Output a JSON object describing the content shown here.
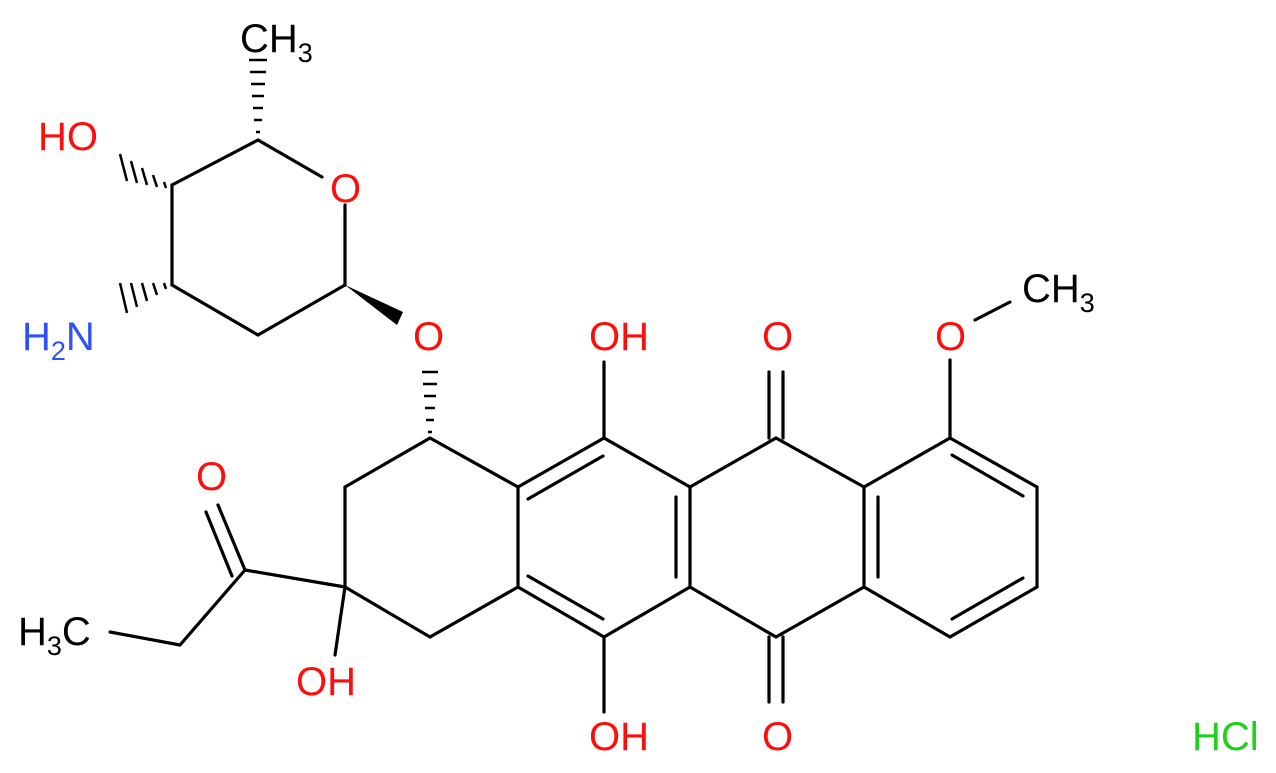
{
  "molecule": {
    "labels": {
      "ch3_top": {
        "main": "CH",
        "sub": "3"
      },
      "ho_sugar": "HO",
      "o_ring": "O",
      "nh2": {
        "main": "H",
        "sub": "2",
        "tail": "N"
      },
      "o_glyco": "O",
      "oh_upper": "OH",
      "o_quinone_top": "O",
      "o_methoxy": "O",
      "ch3_methoxy": {
        "main": "CH",
        "sub": "3"
      },
      "o_ketone": "O",
      "h3c_ethyl": {
        "main": "H",
        "sub": "3",
        "tail": "C"
      },
      "oh_tertiary": "OH",
      "oh_lower": "OH",
      "o_quinone_bottom": "O",
      "hcl": "HCl"
    },
    "colors": {
      "oxygen": "#ff0d0d",
      "nitrogen": "#3050f8",
      "carbon": "#000000",
      "chlorine": "#1fd01f"
    }
  }
}
